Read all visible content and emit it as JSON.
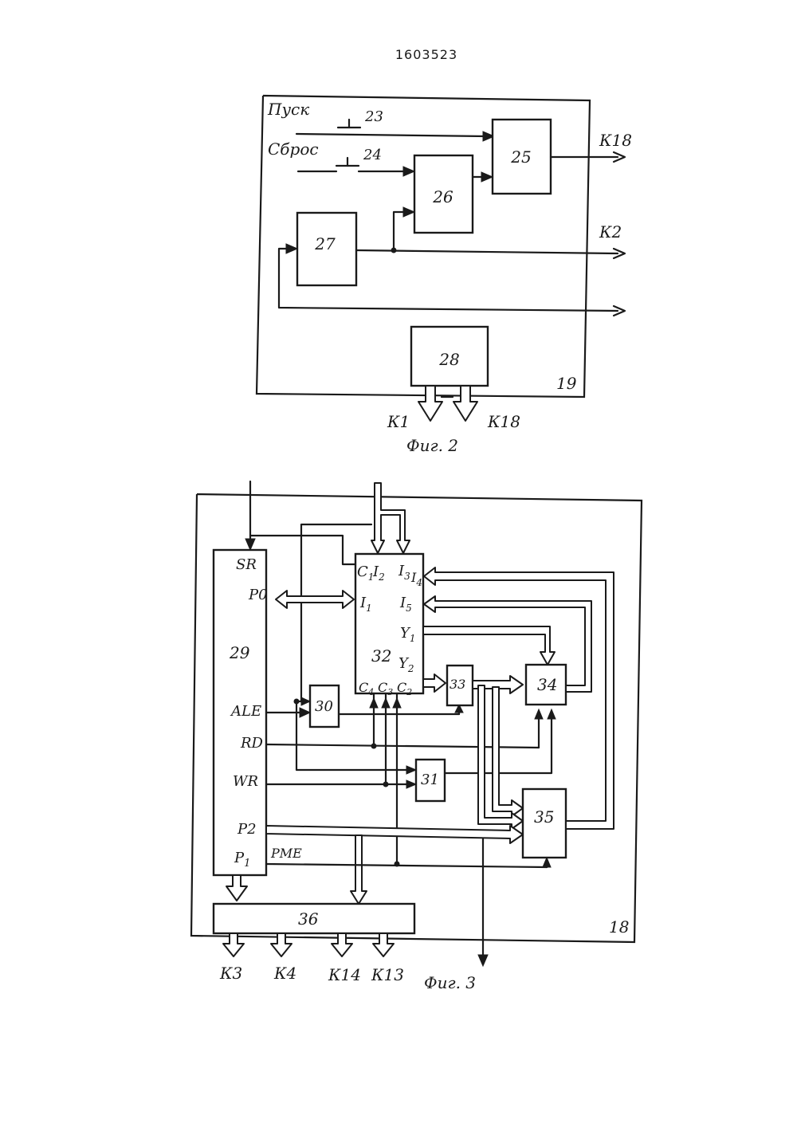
{
  "page_number": "1603523",
  "fig2": {
    "caption": "Фиг. 2",
    "frame_number": "19",
    "label_start": "Пуск",
    "label_reset": "Сброс",
    "button_23": "23",
    "button_24": "24",
    "block_25": "25",
    "block_26": "26",
    "block_27": "27",
    "block_28": "28",
    "out_k18_top": "К18",
    "out_k2": "К2",
    "out_k1": "К1",
    "out_k18_bottom": "К18"
  },
  "fig3": {
    "caption": "Фиг. 3",
    "frame_number": "18",
    "block_29": "29",
    "block_30": "30",
    "block_31": "31",
    "block_32": "32",
    "block_33": "33",
    "block_34": "34",
    "block_35": "35",
    "block_36": "36",
    "pins_29": {
      "sr": "SR",
      "p0": "P0",
      "ale": "ALE",
      "rd": "RD",
      "wr": "WR",
      "p2": "P2",
      "p1": "P",
      "p1_sub": "1",
      "pme": "PME"
    },
    "pins_32": {
      "c1": "C",
      "c1_sub": "1",
      "i2": "I",
      "i2_sub": "2",
      "i3": "I",
      "i3_sub": "3",
      "i4": "I",
      "i4_sub": "4",
      "i1": "I",
      "i1_sub": "1",
      "i5": "I",
      "i5_sub": "5",
      "y1": "Y",
      "y1_sub": "1",
      "y2": "Y",
      "y2_sub": "2",
      "c4": "C",
      "c4_sub": "4",
      "c3": "C",
      "c3_sub": "3",
      "c2": "C",
      "c2_sub": "2"
    },
    "outputs": {
      "k3": "К3",
      "k4": "К4",
      "k14": "К14",
      "k13": "К13"
    }
  }
}
